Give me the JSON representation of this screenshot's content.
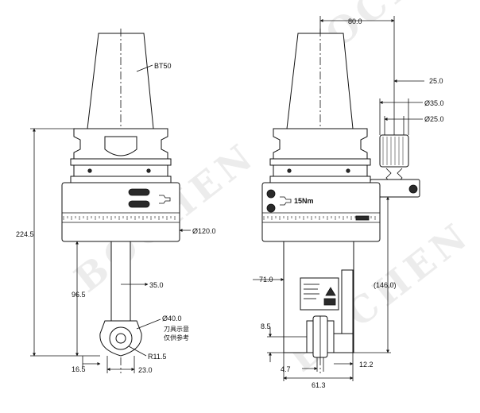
{
  "watermark": "BOCHEN",
  "left_view": {
    "taper_label": "BT50",
    "overall_height": "224.5",
    "body_diameter": "Ø120.0",
    "shank_length": "96.5",
    "shank_offset": "35.0",
    "tool_diameter": "Ø40.0",
    "note_line1": "刀具示意",
    "note_line2": "仅供参考",
    "radius": "R11.5",
    "bottom_left": "16.5",
    "bottom_width": "23.0"
  },
  "right_view": {
    "top_width": "80.0",
    "offset_25": "25.0",
    "dia_35": "Ø35.0",
    "dia_25": "Ø25.0",
    "torque": "15Nm",
    "height_71": "71.0",
    "height_146": "(146.0)",
    "height_8_5": "8.5",
    "width_4_7": "4.7",
    "width_12_2": "12.2",
    "width_61_3": "61.3"
  }
}
